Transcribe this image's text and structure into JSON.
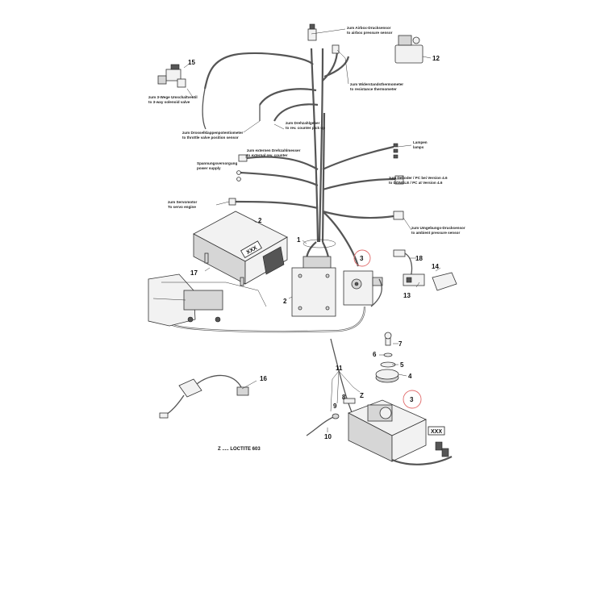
{
  "labels": {
    "airbox_de": "zum Airbox-Drucksensor",
    "airbox_en": "to airbox pressure sensor",
    "resist_de": "zum Widerstandsthermometer",
    "resist_en": "to resistance thermometer",
    "solenoid_de": "zum 3-Wege Umschaltventil",
    "solenoid_en": "to 3-way solenoid valve",
    "throttle_de": "zum Drosselklappenpotentiometer",
    "throttle_en": "to throttle valve position sensor",
    "revpick_de": "zum Drehzahlgeber",
    "revpick_en": "to rev. counter pick up",
    "extrev_de": "zum externen Drehzahlmesser",
    "extrev_en": "to external rev. counter",
    "lamps_de": "Lampen",
    "lamps_en": "lamps",
    "power_de": "Spannungsversorgung",
    "power_en": "power supply",
    "dongle_de": "zum Dekoder / PC bei Version 4.6",
    "dongle_en": "to DONGLE / PC at Version 4.6",
    "servo_de": "zum Servomotor",
    "servo_en": "To servo engine",
    "ambient_de": "zum Umgebungs-Drucksensor",
    "ambient_en": "to ambient pressure sensor"
  },
  "part_numbers": {
    "p1": "1",
    "p2a": "2",
    "p2b": "2",
    "p3a": "3",
    "p3b": "3",
    "p4": "4",
    "p5": "5",
    "p6": "6",
    "p7": "7",
    "p8": "8",
    "p9": "9",
    "p10": "10",
    "p11": "11",
    "p12": "12",
    "p13": "13",
    "p14": "14",
    "p15": "15",
    "p16": "16",
    "p17": "17",
    "p18": "18"
  },
  "markers": {
    "xxx_ecu": "XXX",
    "xxx_servo": "XXX",
    "z_mark": "Z"
  },
  "note": "Z ..... LOCTITE 603",
  "colors": {
    "line": "#333333",
    "wire": "#555555",
    "highlight_circle": "#e06a6a"
  }
}
